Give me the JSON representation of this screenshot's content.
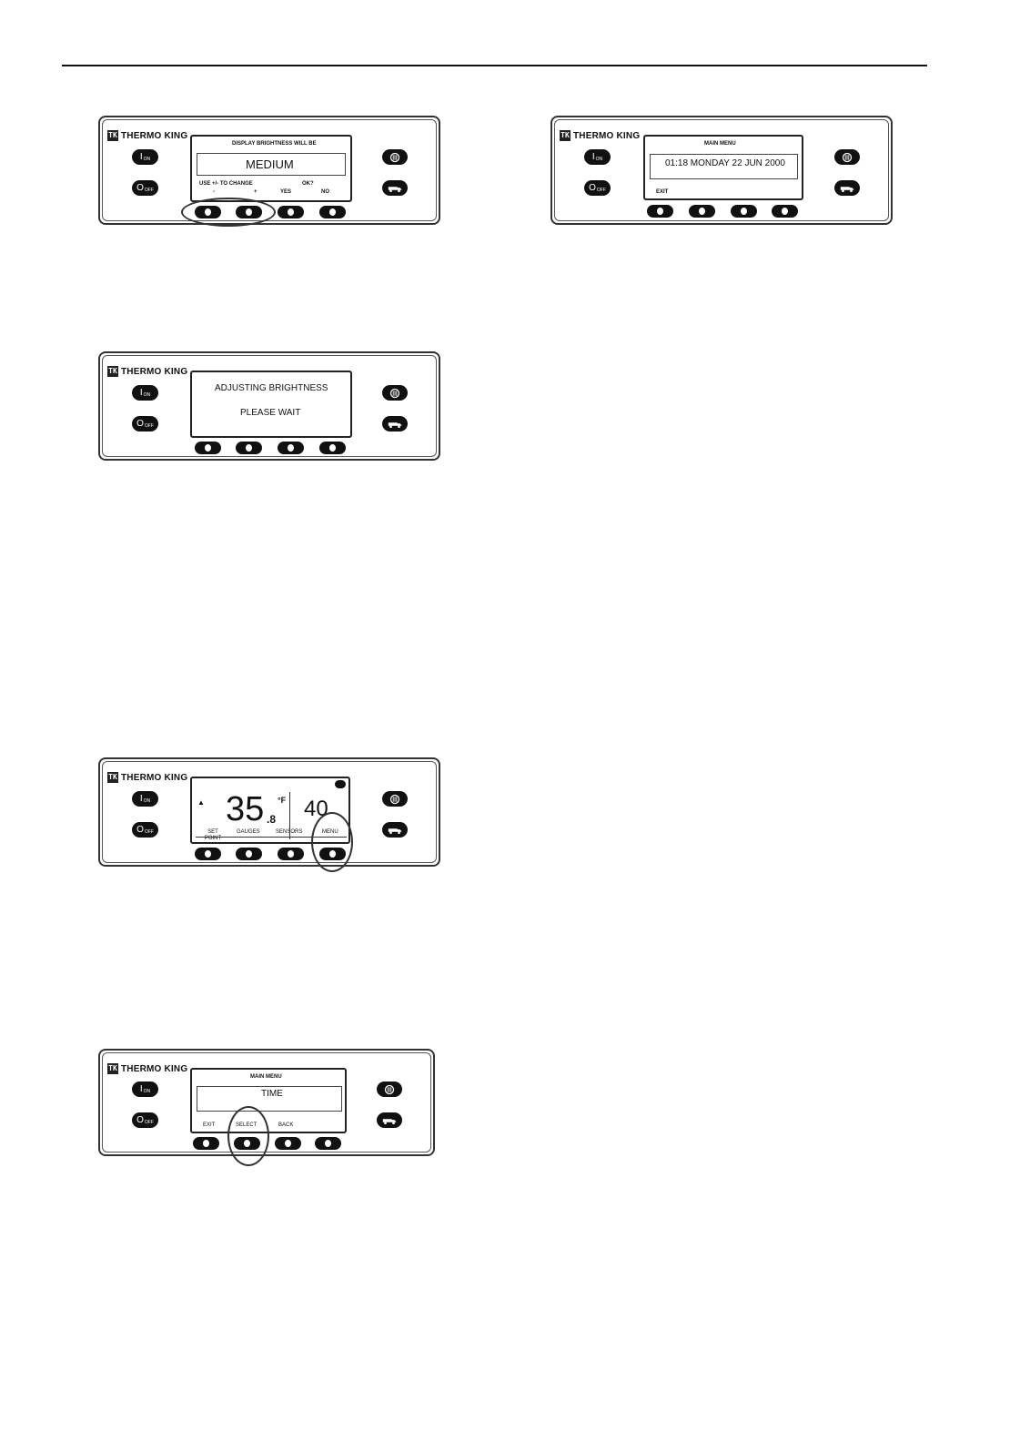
{
  "brand": "THERMO KING",
  "keys": {
    "on_label": "I",
    "on_sub": "ON",
    "off_label": "O",
    "off_sub": "OFF"
  },
  "panel_brightness": {
    "title": "DISPLAY BRIGHTNESS WILL BE",
    "value": "MEDIUM",
    "hint": "USE +/- TO CHANGE",
    "confirm": "OK?",
    "soft_labels": [
      "-",
      "+",
      "YES",
      "NO"
    ]
  },
  "panel_main_menu_time": {
    "title": "MAIN MENU",
    "value": "01:18 MONDAY 22 JUN 2000",
    "soft_labels": [
      "EXIT"
    ]
  },
  "panel_adjusting": {
    "line1": "ADJUSTING BRIGHTNESS",
    "line2": "PLEASE WAIT"
  },
  "panel_standard": {
    "temperature": "35",
    "temperature_decimal": ".8",
    "unit": "°F",
    "setpoint": "40",
    "soft_labels": [
      "SET POINT",
      "GAUGES",
      "SENSORS",
      "MENU"
    ]
  },
  "panel_main_menu": {
    "title": "MAIN MENU",
    "value": "TIME",
    "soft_labels": [
      "EXIT",
      "SELECT",
      "BACK"
    ]
  }
}
